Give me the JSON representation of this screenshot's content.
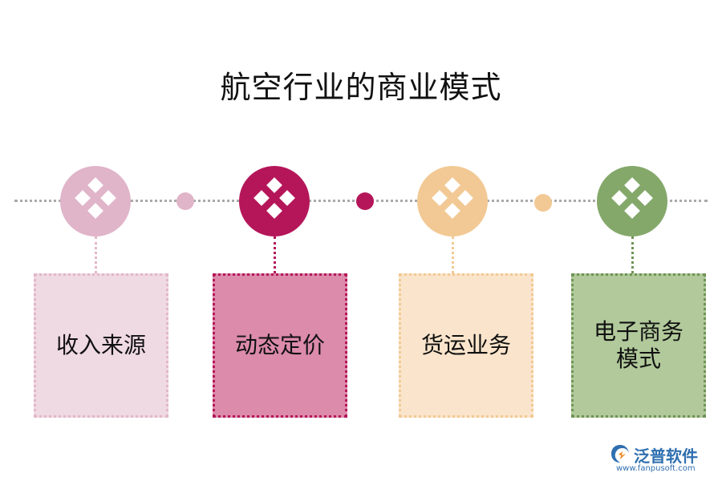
{
  "title": "航空行业的商业模式",
  "items": [
    {
      "lines": [
        "收入来源"
      ],
      "node_color": "#e0b4c9",
      "dot_color": "#e0b4c9",
      "box_color": "#efd9e3",
      "border_color": "#e2b7c8"
    },
    {
      "lines": [
        "动态定价"
      ],
      "node_color": "#b5165a",
      "dot_color": "#b5165a",
      "box_color": "#dc8bab",
      "border_color": "#b5165a"
    },
    {
      "lines": [
        "货运业务"
      ],
      "node_color": "#f2c994",
      "dot_color": "#f2c994",
      "box_color": "#fae5cc",
      "border_color": "#f2c994"
    },
    {
      "lines": [
        "电子商务",
        "模式"
      ],
      "node_color": "#84a86a",
      "dot_color": null,
      "box_color": "#b1c99b",
      "border_color": "#6f9455"
    }
  ],
  "logo": {
    "name": "泛普软件",
    "url": "www.fanpusoft.com",
    "icon": "fanpu-logo-icon"
  }
}
